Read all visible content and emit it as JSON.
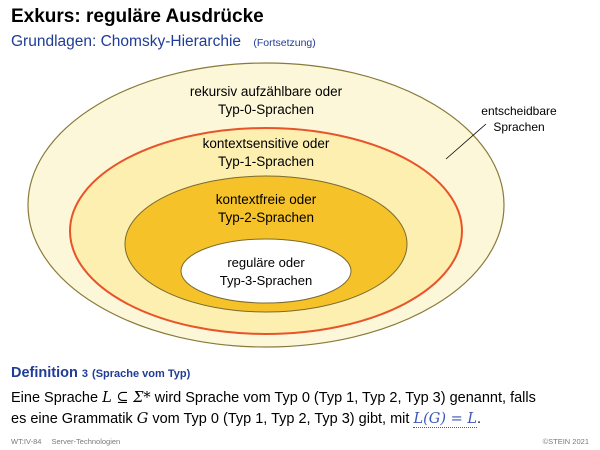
{
  "header": {
    "title": "Exkurs: reguläre Ausdrücke",
    "subtitle": "Grundlagen: Chomsky-Hierarchie",
    "continuation": "(Fortsetzung)"
  },
  "diagram": {
    "type0": [
      "rekursiv aufzählbare oder",
      "Typ-0-Sprachen"
    ],
    "decidable": [
      "entscheidbare",
      "Sprachen"
    ],
    "type1": [
      "kontextsensitive oder",
      "Typ-1-Sprachen"
    ],
    "type2": [
      "kontextfreie oder",
      "Typ-2-Sprachen"
    ],
    "type3": [
      "reguläre oder",
      "Typ-3-Sprachen"
    ],
    "colors": {
      "outer_fill": "#fcf7d8",
      "outer_stroke": "#8a7a3a",
      "decidable_ring": "#e8542a",
      "type1_fill": "#fcefb0",
      "type2_fill": "#f5c22a",
      "type3_fill": "#ffffff"
    }
  },
  "definition": {
    "label": "Definition",
    "number": "3",
    "title": "(Sprache vom Typ)",
    "line1_a": "Eine Sprache",
    "line1_math": "L ⊆ Σ*",
    "line1_b": "wird Sprache vom Typ 0 (Typ 1, Typ 2, Typ  3) genannt, falls",
    "line2_a": "es eine Grammatik",
    "line2_math": "G",
    "line2_b": "vom Typ 0 (Typ 1, Typ 2, Typ 3) gibt, mit",
    "line2_math2": "L(G) = L",
    "line2_end": "."
  },
  "footer": {
    "left": "WT:IV-84",
    "topic": "Server-Technologien",
    "right": "©STEIN 2021"
  }
}
